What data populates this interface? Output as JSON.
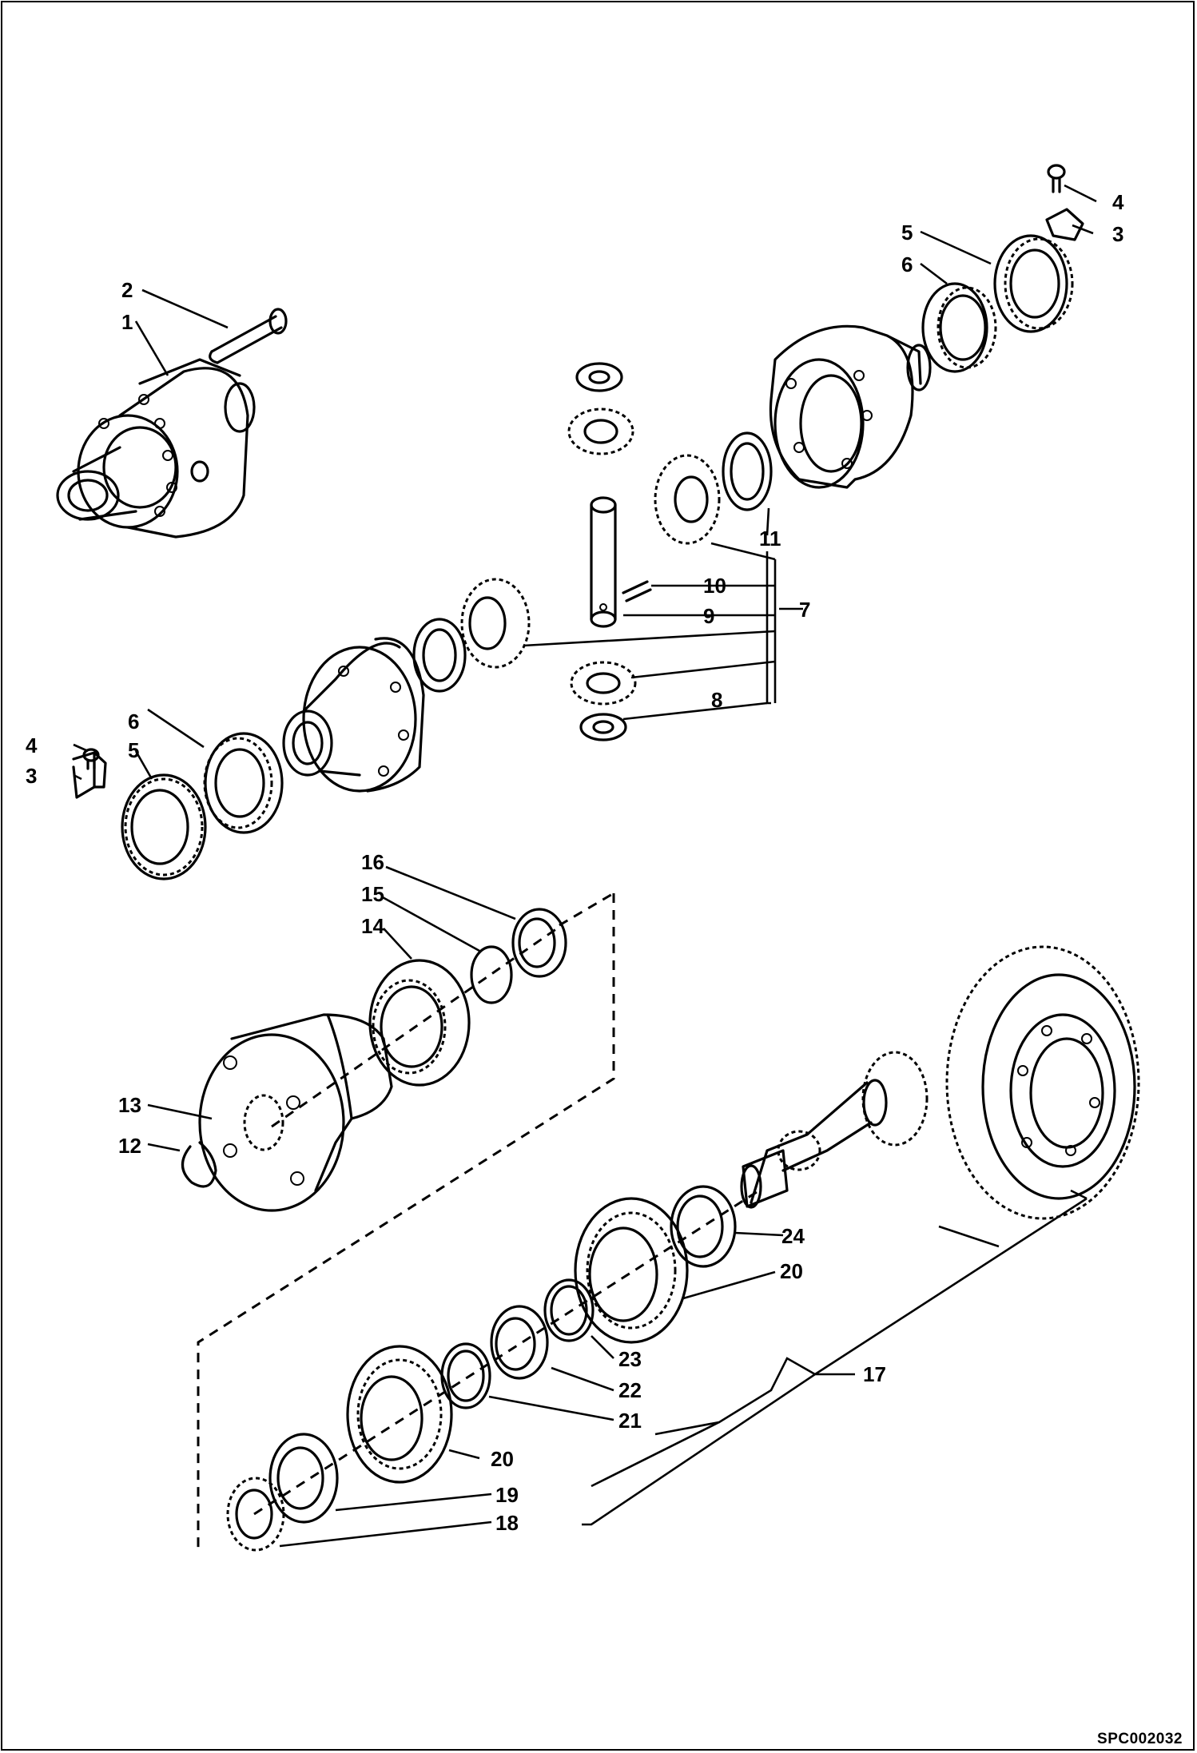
{
  "figure": {
    "sheet_code": "SPC002032"
  },
  "callouts": {
    "c1": "1",
    "c2": "2",
    "c3_right": "3",
    "c4_right": "4",
    "c5_right": "5",
    "c6_right": "6",
    "c7": "7",
    "c8": "8",
    "c9": "9",
    "c10": "10",
    "c11": "11",
    "c4_left": "4",
    "c3_left": "3",
    "c6_left": "6",
    "c5_left": "5",
    "c16": "16",
    "c15": "15",
    "c14": "14",
    "c13": "13",
    "c12": "12",
    "c24": "24",
    "c20_top": "20",
    "c23": "23",
    "c22": "22",
    "c17": "17",
    "c21": "21",
    "c20_bottom": "20",
    "c19": "19",
    "c18": "18"
  }
}
